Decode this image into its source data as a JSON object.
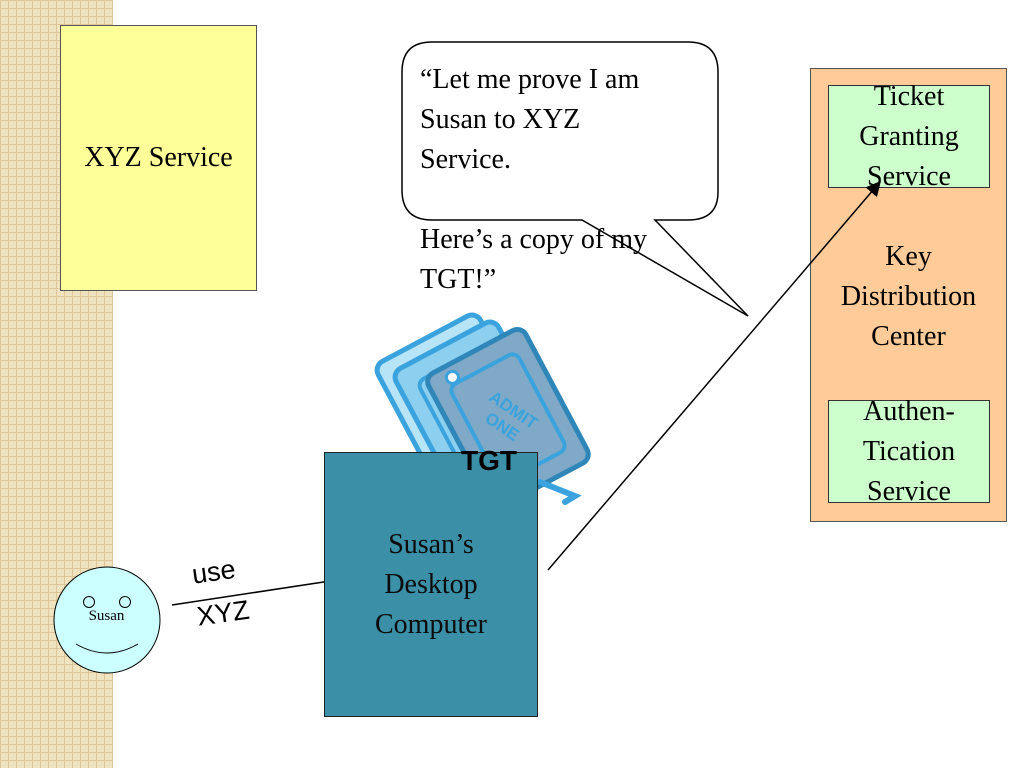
{
  "xyz_service": {
    "label": "XYZ Service"
  },
  "speech_bubble": {
    "lines": [
      "“Let me prove I am",
      "Susan to XYZ",
      "Service.",
      "",
      "Here’s a copy of my",
      "TGT!”"
    ]
  },
  "kdc": {
    "lines": [
      "Key",
      "Distribution",
      "Center"
    ],
    "tgs_lines": [
      "Ticket",
      "Granting",
      "Service"
    ],
    "auth_lines": [
      "Authen-",
      "Tication",
      "Service"
    ]
  },
  "desktop": {
    "lines": [
      "Susan’s",
      "Desktop",
      "Computer"
    ]
  },
  "tickets": {
    "label": "TGT",
    "icon": "admit-one-ticket-icon",
    "ticket_text": [
      "ADMIT",
      "ONE"
    ]
  },
  "susan": {
    "label": "Susan",
    "icon": "smiley-face-icon"
  },
  "use_arrow": {
    "line1": "use",
    "line2": "XYZ"
  },
  "colors": {
    "xyz_fill": "#ffff99",
    "kdc_fill": "#ffcc99",
    "subservice_fill": "#ccffcc",
    "desktop_fill": "#3b8fa6",
    "face_fill": "#ccffff",
    "ticket_blue": "#3aa3de"
  }
}
